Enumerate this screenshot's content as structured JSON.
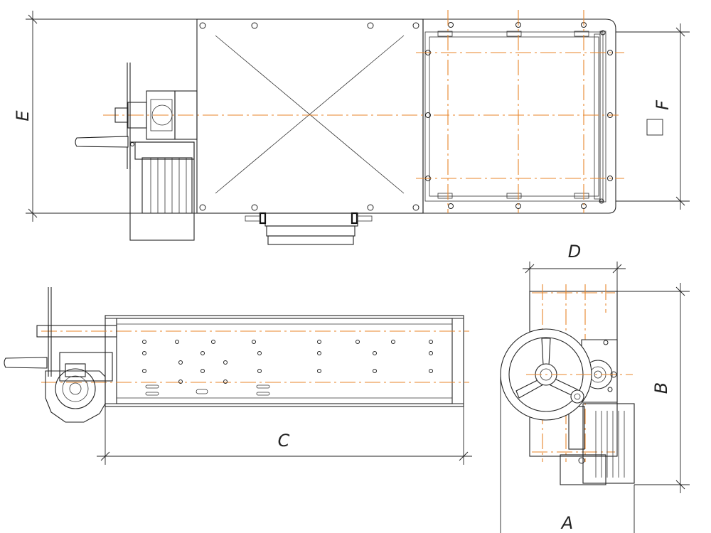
{
  "drawing": {
    "dimension_labels": {
      "A": "A",
      "B": "B",
      "C": "C",
      "D": "D",
      "E": "E",
      "F": "F"
    },
    "colors": {
      "line": "#222222",
      "centerline": "#e8862a",
      "background": "#ffffff"
    }
  }
}
